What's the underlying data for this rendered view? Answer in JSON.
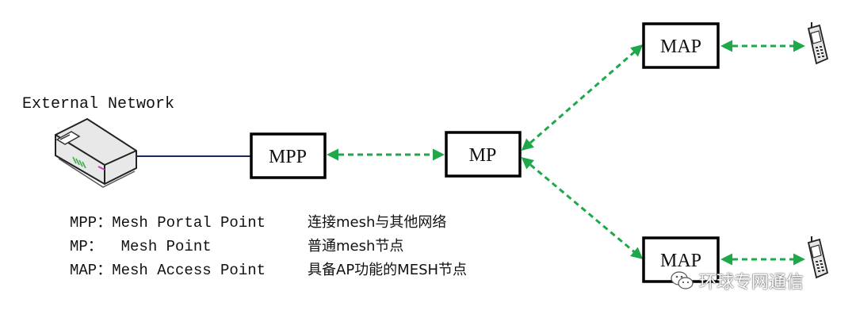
{
  "diagram": {
    "external_network_label": "External Network",
    "nodes": {
      "mpp": "MPP",
      "mp": "MP",
      "map_top": "MAP",
      "map_bottom": "MAP"
    },
    "colors": {
      "wireless_link": "#1fa84a",
      "wired_link": "#1a2a5a",
      "node_border": "#000000"
    }
  },
  "legend": [
    {
      "abbr": "MPP：Mesh Portal Point",
      "desc": "连接mesh与其他网络"
    },
    {
      "abbr": "MP：  Mesh Point",
      "desc": "普通mesh节点"
    },
    {
      "abbr": "MAP：Mesh Access Point",
      "desc": "具备AP功能的MESH节点"
    }
  ],
  "watermark": {
    "text": "环球专网通信"
  }
}
